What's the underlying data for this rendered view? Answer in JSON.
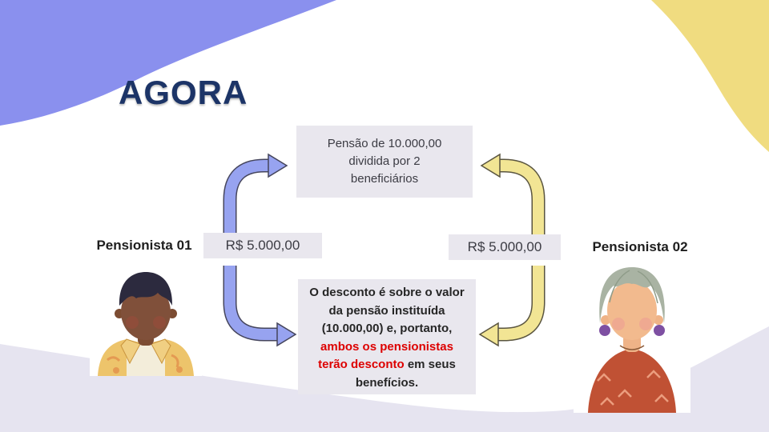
{
  "title": "AGORA",
  "labels": {
    "pensioner1": "Pensionista 01",
    "pensioner2": "Pensionista 02"
  },
  "boxes": {
    "pension_total": "Pensão de 10.000,00 dividida por 2 beneficiários",
    "amount_left": "R$ 5.000,00",
    "amount_right": "R$ 5.000,00",
    "note": {
      "prefix": "O desconto é sobre o valor da pensão instituída (10.000,00) e, portanto, ",
      "highlight": "ambos os pensionistas terão desconto",
      "suffix": " em seus benefícios."
    }
  },
  "icons": {
    "arrow_left_up": "curved-arrow-pointing-right-to-top-box",
    "arrow_left_down": "curved-arrow-pointing-right-to-note-box",
    "arrow_right_up": "curved-arrow-pointing-left-to-top-box",
    "arrow_right_down": "curved-arrow-pointing-left-to-note-box"
  },
  "colors": {
    "title": "#1c3467",
    "blob_top_left": "#8a90ee",
    "blob_top_right": "#f0dc80",
    "bottom_wave": "#e6e4f0",
    "arrow_blue_fill": "#97a3f0",
    "arrow_blue_outline": "#45455c",
    "arrow_yellow_fill": "#f2e594",
    "arrow_yellow_outline": "#5a5540",
    "box_background": "#e9e7ee",
    "note_highlight": "#dd0000"
  }
}
